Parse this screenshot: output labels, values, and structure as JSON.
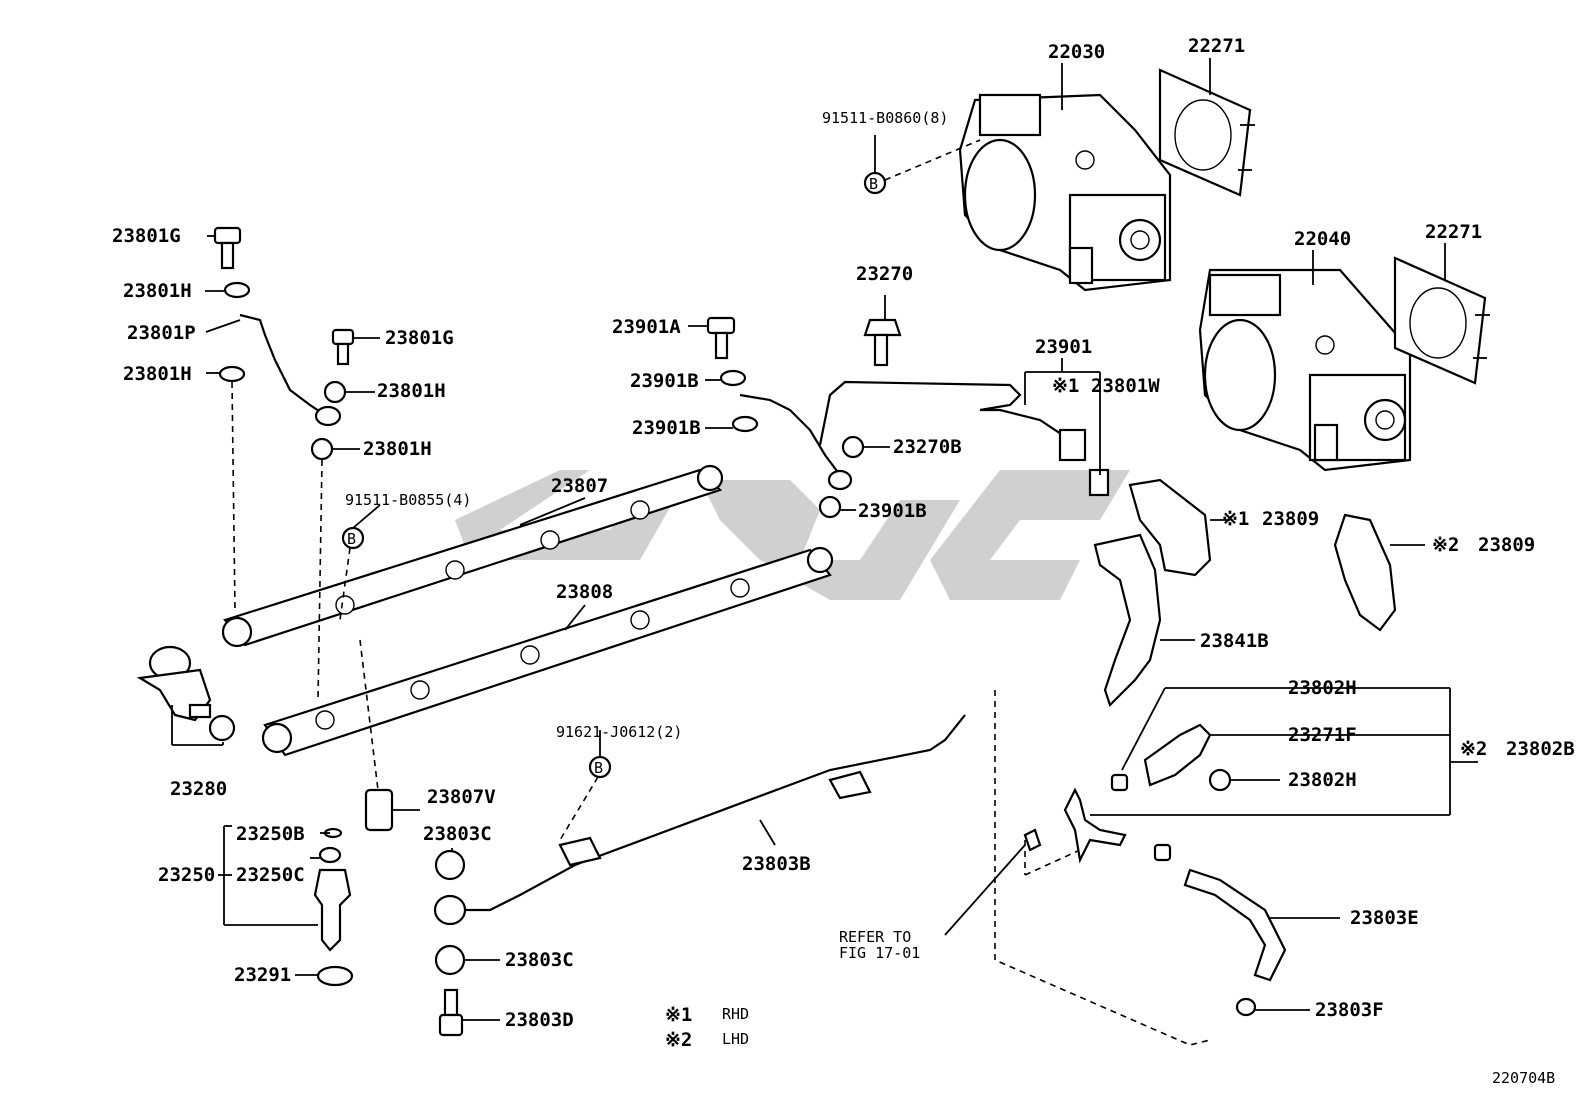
{
  "labels": {
    "p22030": "22030",
    "p22271a": "22271",
    "p22040": "22040",
    "p22271b": "22271",
    "b0860": "91511-B0860(8)",
    "p23270": "23270",
    "p23801G_a": "23801G",
    "p23801H_a": "23801H",
    "p23801P": "23801P",
    "p23801H_b": "23801H",
    "p23801G_b": "23801G",
    "p23801H_c": "23801H",
    "p23801H_d": "23801H",
    "p23901A": "23901A",
    "p23901B_a": "23901B",
    "p23901B_b": "23901B",
    "p23901": "23901",
    "mark1a": "※1",
    "p23801W": "23801W",
    "p23270B": "23270B",
    "p23901B_c": "23901B",
    "b0855": "91511-B0855(4)",
    "p23807": "23807",
    "p23808": "23808",
    "mark1b": "※1",
    "p23809a": "23809",
    "mark2a": "※2",
    "p23809b": "23809",
    "p23841B": "23841B",
    "p23802H_a": "23802H",
    "p23271F": "23271F",
    "mark2b": "※2",
    "p23802B": "23802B",
    "p23802H_b": "23802H",
    "p23280": "23280",
    "p23807V": "23807V",
    "j0612": "91621-J0612(2)",
    "p23250B": "23250B",
    "p23250": "23250",
    "p23250C": "23250C",
    "p23803C_a": "23803C",
    "p23803B": "23803B",
    "p23803C_b": "23803C",
    "p23291": "23291",
    "p23803D": "23803D",
    "refer1": "REFER TO",
    "refer2": "FIG 17-01",
    "p23803E": "23803E",
    "p23803F": "23803F",
    "bolt_letter": "B",
    "figure_code": "220704B"
  },
  "legend": [
    {
      "mark": "※1",
      "text": "RHD"
    },
    {
      "mark": "※2",
      "text": "LHD"
    }
  ]
}
